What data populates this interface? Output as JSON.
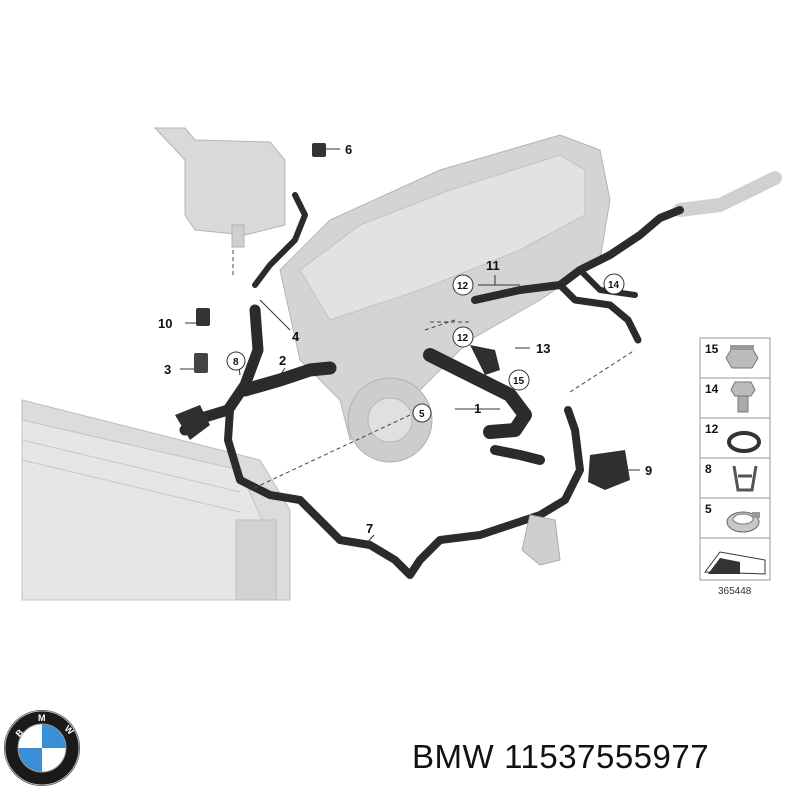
{
  "diagram": {
    "code": "365448",
    "callouts": [
      "1",
      "2",
      "3",
      "4",
      "5",
      "6",
      "7",
      "8",
      "9",
      "10",
      "11",
      "12",
      "12",
      "13",
      "14",
      "15"
    ],
    "legend": [
      {
        "number": "15",
        "icon": "nut-icon"
      },
      {
        "number": "14",
        "icon": "bolt-icon"
      },
      {
        "number": "12",
        "icon": "o-ring-icon"
      },
      {
        "number": "8",
        "icon": "clip-icon"
      },
      {
        "number": "5",
        "icon": "hose-clamp-icon"
      }
    ]
  },
  "footer": {
    "brand": "BMW",
    "part_number": "11537555977",
    "logo_letters": "BMW"
  },
  "colors": {
    "hose": "#2b2b2b",
    "engine": "#d6d6d6",
    "radiator": "#cfcfcf",
    "line": "#333333",
    "logo_blue": "#3a8fd6",
    "logo_ring": "#1a1a1a"
  }
}
